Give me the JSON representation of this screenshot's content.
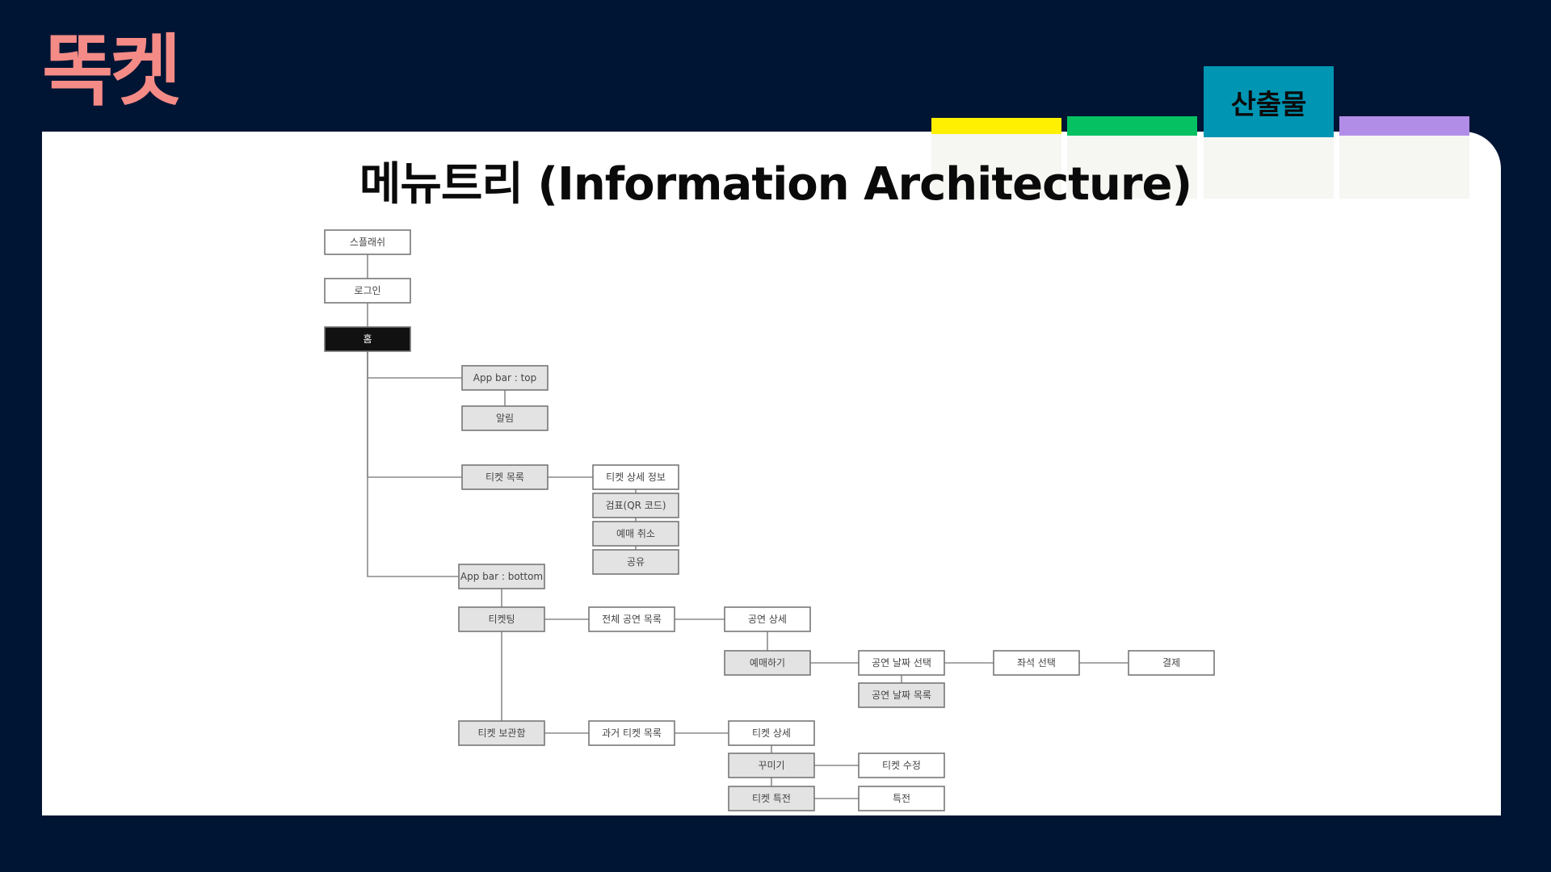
{
  "brand": {
    "logo": "똑켓",
    "logo_color": "#f58b86"
  },
  "tabs": [
    {
      "id": "tab-1",
      "label": "",
      "color": "#ffef00"
    },
    {
      "id": "tab-2",
      "label": "",
      "color": "#05c161"
    },
    {
      "id": "tab-3",
      "label": "산출물",
      "color": "#0096b3",
      "active": true
    },
    {
      "id": "tab-4",
      "label": "",
      "color": "#b28de8"
    }
  ],
  "page_title": "메뉴트리 (Information Architecture)",
  "diagram": {
    "nodes": [
      {
        "id": "splash",
        "label": "스플래쉬"
      },
      {
        "id": "login",
        "label": "로그인"
      },
      {
        "id": "home",
        "label": "홈",
        "style": "dark"
      },
      {
        "id": "appbar-top",
        "label": "App bar : top",
        "style": "gray"
      },
      {
        "id": "alarm",
        "label": "알림",
        "style": "gray"
      },
      {
        "id": "ticket-list",
        "label": "티켓 목록",
        "style": "gray"
      },
      {
        "id": "ticket-detail-info",
        "label": "티켓 상세 정보"
      },
      {
        "id": "ticket-check",
        "label": "검표(QR 코드)",
        "style": "gray"
      },
      {
        "id": "cancel-booking",
        "label": "예매 취소",
        "style": "gray"
      },
      {
        "id": "share",
        "label": "공유",
        "style": "gray"
      },
      {
        "id": "appbar-bottom",
        "label": "App bar : bottom",
        "style": "gray"
      },
      {
        "id": "ticketing",
        "label": "티켓팅",
        "style": "gray"
      },
      {
        "id": "all-shows",
        "label": "전체 공연 목록"
      },
      {
        "id": "show-detail",
        "label": "공연 상세"
      },
      {
        "id": "book",
        "label": "예매하기",
        "style": "gray"
      },
      {
        "id": "date-select",
        "label": "공연 날짜 선택"
      },
      {
        "id": "date-list",
        "label": "공연 날짜 목록",
        "style": "gray"
      },
      {
        "id": "seat-select",
        "label": "좌석 선택"
      },
      {
        "id": "payment",
        "label": "결제"
      },
      {
        "id": "ticket-box",
        "label": "티켓 보관함",
        "style": "gray"
      },
      {
        "id": "past-tickets",
        "label": "과거 티켓 목록"
      },
      {
        "id": "ticket-detail",
        "label": "티켓 상세"
      },
      {
        "id": "decorate",
        "label": "꾸미기",
        "style": "gray"
      },
      {
        "id": "ticket-edit",
        "label": "티켓 수정"
      },
      {
        "id": "ticket-perk",
        "label": "티켓 특전",
        "style": "gray"
      },
      {
        "id": "perk",
        "label": "특전"
      }
    ],
    "edges": [
      [
        "splash",
        "login"
      ],
      [
        "login",
        "home"
      ],
      [
        "home",
        "appbar-top"
      ],
      [
        "appbar-top",
        "alarm"
      ],
      [
        "home",
        "ticket-list"
      ],
      [
        "ticket-list",
        "ticket-detail-info"
      ],
      [
        "ticket-detail-info",
        "ticket-check"
      ],
      [
        "ticket-check",
        "cancel-booking"
      ],
      [
        "cancel-booking",
        "share"
      ],
      [
        "home",
        "appbar-bottom"
      ],
      [
        "appbar-bottom",
        "ticketing"
      ],
      [
        "ticketing",
        "all-shows"
      ],
      [
        "all-shows",
        "show-detail"
      ],
      [
        "show-detail",
        "book"
      ],
      [
        "book",
        "date-select"
      ],
      [
        "date-select",
        "date-list"
      ],
      [
        "date-select",
        "seat-select"
      ],
      [
        "seat-select",
        "payment"
      ],
      [
        "ticketing",
        "ticket-box"
      ],
      [
        "ticket-box",
        "past-tickets"
      ],
      [
        "past-tickets",
        "ticket-detail"
      ],
      [
        "ticket-detail",
        "decorate"
      ],
      [
        "decorate",
        "ticket-edit"
      ],
      [
        "decorate",
        "ticket-perk"
      ],
      [
        "ticket-perk",
        "perk"
      ]
    ]
  },
  "colors": {
    "background": "#001433",
    "card": "#ffffff",
    "node_gray": "#e3e3e3",
    "node_dark": "#111111"
  }
}
